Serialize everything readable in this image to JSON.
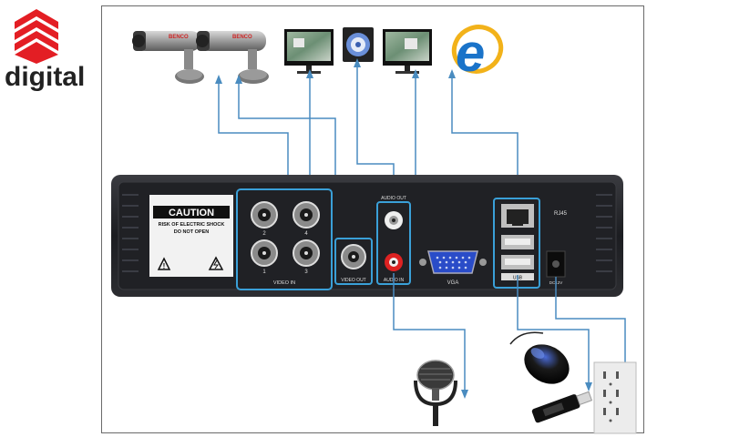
{
  "brand": {
    "name": "digital",
    "accent": "#e31e24"
  },
  "panel": {
    "caution_title": "CAUTION",
    "caution_line1": "RISK OF ELECTRIC SHOCK",
    "caution_line2": "DO NOT OPEN",
    "video_in_label": "VIDEO IN",
    "video_out_label": "VIDEO OUT",
    "audio_out_label": "AUDIO OUT",
    "audio_in_label": "AUDIO IN",
    "vga_label": "VGA",
    "rj45_label": "RJ45",
    "usb_label": "USB",
    "power_label": "DC12V",
    "channel_labels": [
      "2",
      "4",
      "1",
      "3"
    ]
  },
  "camera_brand": "BENCO",
  "colors": {
    "wire": "#4a8cc0",
    "highlight": "#3aa0d8",
    "device": "#1e1f23",
    "browser": "#1a73c9"
  }
}
